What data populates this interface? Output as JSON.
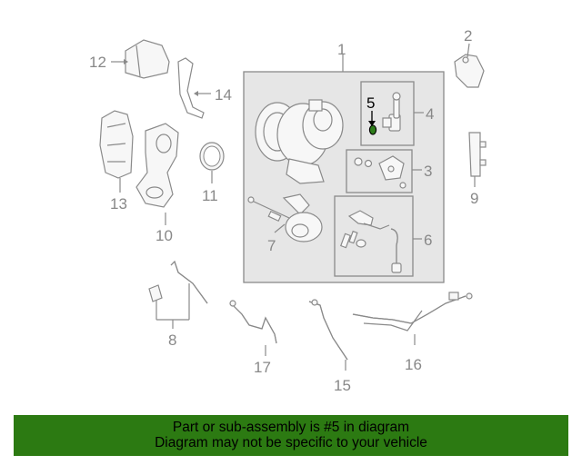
{
  "diagram": {
    "callouts": {
      "c1": "1",
      "c2": "2",
      "c3": "3",
      "c4": "4",
      "c5": "5",
      "c6": "6",
      "c7": "7",
      "c8": "8",
      "c9": "9",
      "c10": "10",
      "c11": "11",
      "c12": "12",
      "c13": "13",
      "c14": "14",
      "c15": "15",
      "c16": "16",
      "c17": "17"
    },
    "highlighted_part": "5",
    "highlight_color": "#2e7d1a"
  },
  "banner": {
    "line1": "Part or sub-assembly is #5 in diagram",
    "line2": "Diagram may not be specific to your vehicle",
    "background": "#2c7a12"
  }
}
